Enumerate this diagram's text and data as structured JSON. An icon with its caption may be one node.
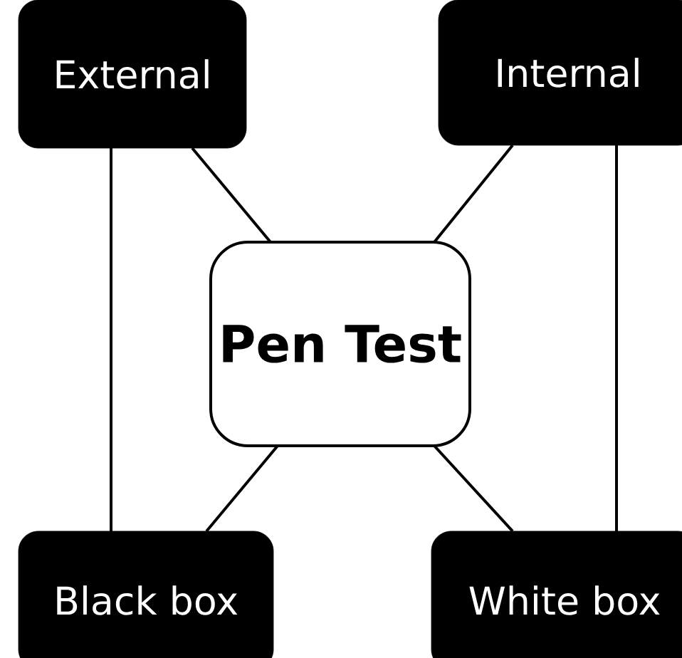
{
  "diagram": {
    "nodes": [
      {
        "text": [
          "External"
        ]
      },
      {
        "text": [
          "Internal"
        ]
      },
      {
        "text": [
          "Pen Test"
        ]
      },
      {
        "text": [
          "Black box"
        ]
      },
      {
        "text": [
          "White box"
        ]
      }
    ],
    "edges": [
      {
        "from": 0,
        "to": 2,
        "arrow": "none"
      },
      {
        "from": 1,
        "to": 2,
        "arrow": "none"
      },
      {
        "from": 2,
        "to": 3,
        "arrow": "none"
      },
      {
        "from": 2,
        "to": 4,
        "arrow": "none"
      },
      {
        "from": 0,
        "to": 3,
        "arrow": "none"
      },
      {
        "from": 1,
        "to": 4,
        "arrow": "none"
      }
    ]
  }
}
